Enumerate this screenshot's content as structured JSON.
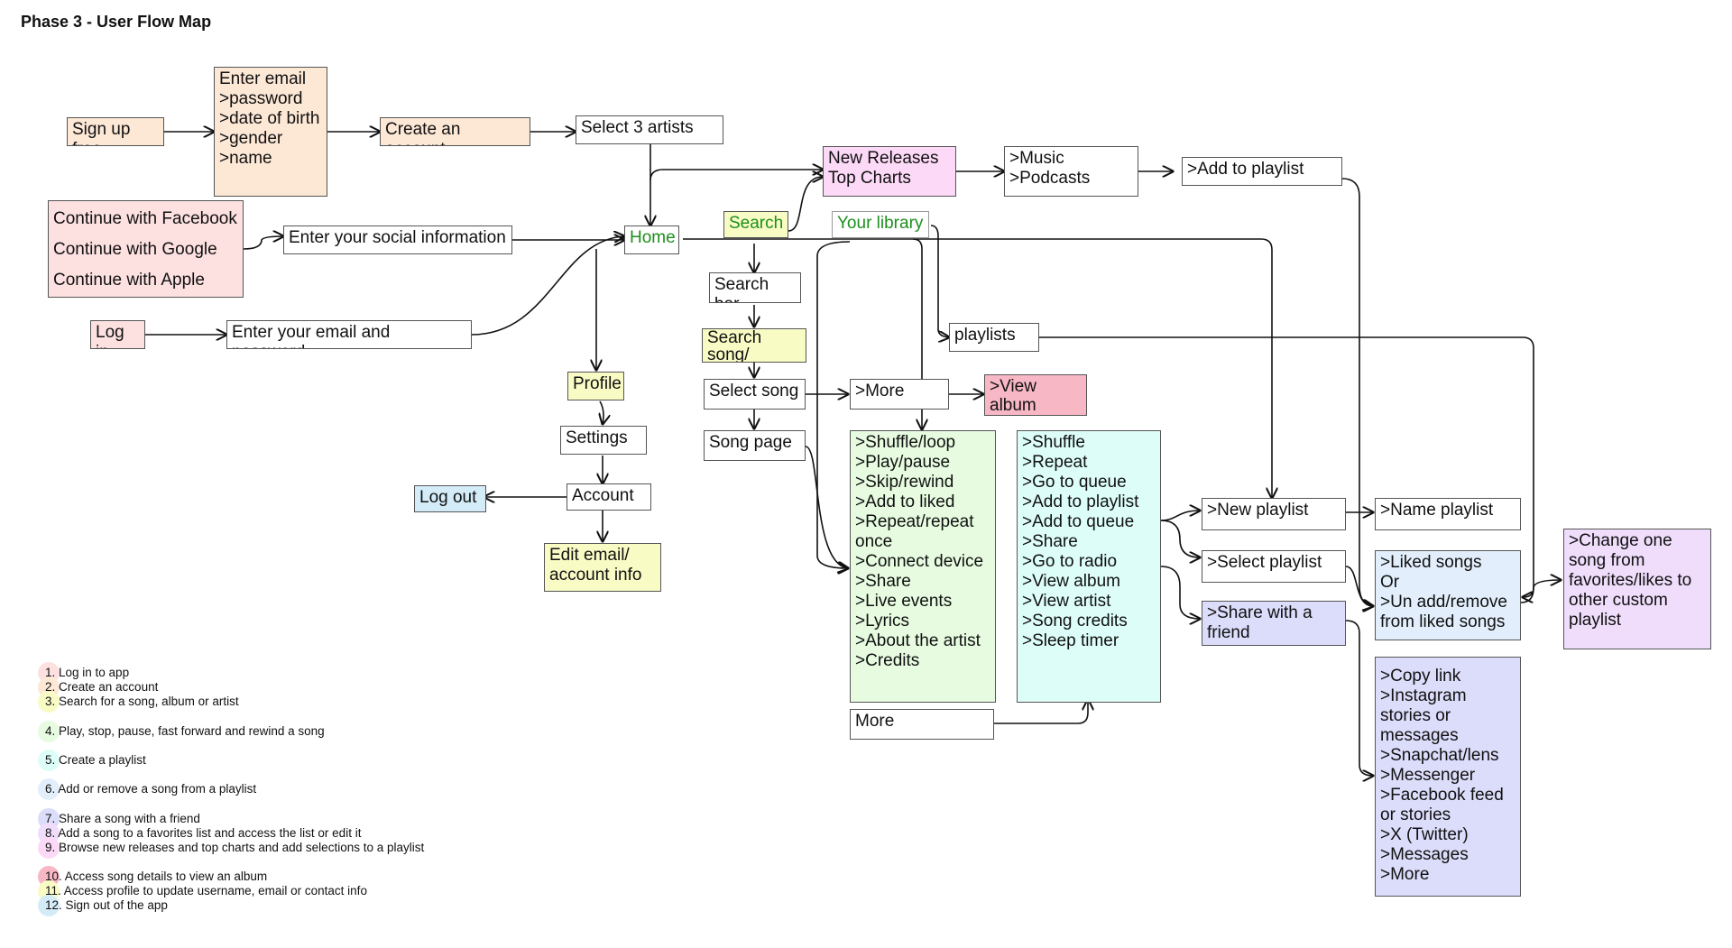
{
  "title": "Phase 3 - User Flow Map",
  "colors": {
    "peach": "#fde8d6",
    "pink": "#fde0e0",
    "yellow": "#f8fbc4",
    "magenta": "#fcd9f6",
    "rose": "#f7b7c4",
    "lightblue": "#d4ecf8",
    "green": "#e6fbe0",
    "cyan": "#ddfdf8",
    "lavender": "#dcdcfb",
    "blue": "#e2eefb",
    "purple": "#efddfb",
    "text_green": "#1d8f1d"
  },
  "nodes": {
    "sign_up_free": "Sign up free",
    "enter_email": "Enter email\n>password\n>date of birth\n>gender\n>name",
    "create_account": "Create an account",
    "select_artists": "Select 3 artists",
    "continue_with": "Continue with Facebook\nContinue with Google\nContinue with Apple",
    "social_info": "Enter your social information",
    "log_in": "Log in",
    "email_password": "Enter your email and password",
    "home": "Home",
    "search": "Search",
    "your_library": "Your library",
    "new_releases": "New Releases\nTop Charts",
    "music_podcasts": ">Music\n>Podcasts",
    "add_to_playlist": ">Add to playlist",
    "search_bar": "Search bar",
    "search_song": "Search song/\nalbum/artist",
    "select_song": "Select song",
    "song_page": "Song page",
    "more_1": ">More",
    "view_album": ">View\nalbum",
    "playlists": "playlists",
    "profile": "Profile",
    "settings": "Settings",
    "account": "Account",
    "log_out": "Log out",
    "edit_email": "Edit email/\naccount info",
    "song_actions": ">Shuffle/loop\n>Play/pause\n>Skip/rewind\n>Add to liked\n>Repeat/repeat once\n>Connect device\n>Share\n>Live events\n>Lyrics\n>About the artist\n>Credits",
    "more_2": "More",
    "more_actions": ">Shuffle\n>Repeat\n>Go to queue\n>Add to playlist\n>Add to queue\n>Share\n>Go to radio\n>View album\n>View artist\n>Song credits\n>Sleep timer",
    "new_playlist": ">New playlist",
    "name_playlist": ">Name playlist",
    "select_playlist": ">Select playlist",
    "share_friend": ">Share with a\nfriend",
    "liked_songs": ">Liked songs\nOr\n>Un add/remove\nfrom liked songs",
    "change_song": ">Change one\nsong from\nfavorites/likes to\nother custom\nplaylist",
    "share_options": ">Copy link\n>Instagram\nstories or\nmessages\n>Snapchat/lens\n>Messenger\n>Facebook feed\nor stories\n>X (Twitter)\n>Messages\n>More"
  },
  "legend": [
    {
      "text": "1. Log in to app",
      "color": "#fde0e0"
    },
    {
      "text": "2. Create an account",
      "color": "#fde8d6"
    },
    {
      "text": "3. Search for a song, album or artist",
      "color": "#f8fbc4"
    },
    {
      "text": "4. Play, stop, pause, fast forward and rewind a song",
      "color": "#e6fbe0"
    },
    {
      "text": "5. Create a playlist",
      "color": "#ddfdf8"
    },
    {
      "text": "6. Add or remove a song from a playlist",
      "color": "#e2eefb"
    },
    {
      "text": "7. Share a song with a friend",
      "color": "#dcdcfb"
    },
    {
      "text": "8. Add a song to a favorites list and access the list or edit it",
      "color": "#efddfb"
    },
    {
      "text": "9. Browse new releases and top charts and add selections to a playlist",
      "color": "#fcd9f6"
    },
    {
      "text": "10. Access song details to view an album",
      "color": "#f7b7c4"
    },
    {
      "text": "11. Access profile to update username, email or contact info",
      "color": "#f8fbc4"
    },
    {
      "text": "12. Sign out of the app",
      "color": "#d4ecf8"
    }
  ]
}
